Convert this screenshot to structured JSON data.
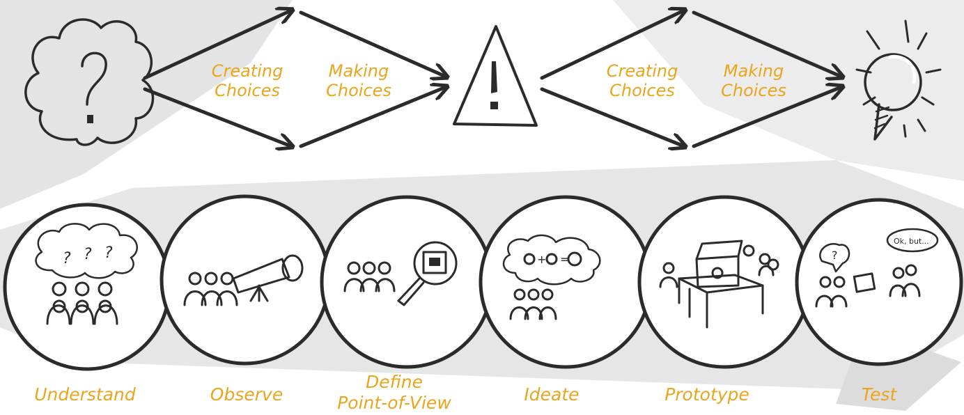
{
  "colors": {
    "ink": "#2b2b2b",
    "accent": "#eaa51c",
    "wash": "#dcdcdc"
  },
  "top_flow": {
    "start_icon": "question-cloud-icon",
    "middle_icon": "warning-triangle-icon",
    "end_icon": "lightbulb-icon",
    "diamond_1": {
      "creating": [
        "Creating",
        "Choices"
      ],
      "making": [
        "Making",
        "Choices"
      ]
    },
    "diamond_2": {
      "creating": [
        "Creating",
        "Choices"
      ],
      "making": [
        "Making",
        "Choices"
      ]
    }
  },
  "stages": [
    {
      "label": [
        "Understand"
      ],
      "icon": "thinking-group-icon",
      "bubble": [
        "?",
        "?",
        "?"
      ]
    },
    {
      "label": [
        "Observe"
      ],
      "icon": "telescope-group-icon"
    },
    {
      "label": [
        "Define",
        "Point-of-View"
      ],
      "icon": "magnifier-group-icon"
    },
    {
      "label": [
        "Ideate"
      ],
      "icon": "idea-cloud-group-icon",
      "formula": [
        "+",
        "=",
        ""
      ]
    },
    {
      "label": [
        "Prototype"
      ],
      "icon": "prototype-table-icon"
    },
    {
      "label": [
        "Test"
      ],
      "icon": "user-test-icon",
      "speech": [
        "?",
        "Ok, but..."
      ]
    }
  ]
}
